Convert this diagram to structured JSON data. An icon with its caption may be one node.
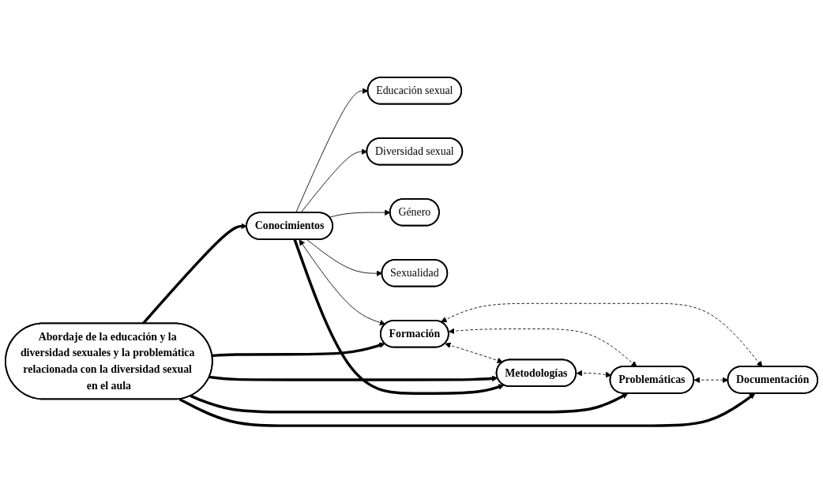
{
  "diagram": {
    "nodes": [
      {
        "text": [
          "Educación sexual"
        ]
      },
      {
        "text": [
          "Diversidad sexual"
        ]
      },
      {
        "text": [
          "Género"
        ]
      },
      {
        "text": [
          "Conocimientos"
        ]
      },
      {
        "text": [
          "Metodologías"
        ]
      },
      {
        "text": [
          "Sexualidad"
        ]
      },
      {
        "text": [
          "Abordaje de la educación y la diversidad sexuales y la problemática relacionada con la diversidad sexual en el aula"
        ]
      },
      {
        "text": [
          "Problemáticas"
        ]
      },
      {
        "text": [
          "Documentación"
        ]
      },
      {
        "text": [
          "Formación"
        ]
      }
    ],
    "edges": [
      {
        "from": 3,
        "to": 0,
        "arrow": "to"
      },
      {
        "from": 3,
        "to": 1,
        "arrow": "to"
      },
      {
        "from": 3,
        "to": 2,
        "arrow": "to"
      },
      {
        "from": 3,
        "to": 4,
        "arrow": "to",
        "style": "thick"
      },
      {
        "from": 3,
        "to": 5,
        "arrow": "to"
      },
      {
        "from": 6,
        "to": 3,
        "arrow": "to",
        "style": "thick"
      },
      {
        "from": 6,
        "to": 4,
        "arrow": "to",
        "style": "thick"
      },
      {
        "from": 6,
        "to": 7,
        "arrow": "to",
        "style": "thick"
      },
      {
        "from": 6,
        "to": 8,
        "arrow": "to",
        "style": "thick"
      },
      {
        "from": 6,
        "to": 9,
        "arrow": "to",
        "style": "thick"
      },
      {
        "from": 3,
        "to": 9,
        "arrow": "both"
      },
      {
        "from": 4,
        "to": 7,
        "arrow": "both",
        "style": "dashed"
      },
      {
        "from": 9,
        "to": 4,
        "arrow": "both",
        "style": "dashed"
      },
      {
        "from": 9,
        "to": 7,
        "arrow": "both",
        "style": "dashed"
      },
      {
        "from": 7,
        "to": 8,
        "arrow": "both",
        "style": "dashed"
      },
      {
        "from": 9,
        "to": 8,
        "arrow": "both",
        "style": "dashed"
      }
    ]
  }
}
